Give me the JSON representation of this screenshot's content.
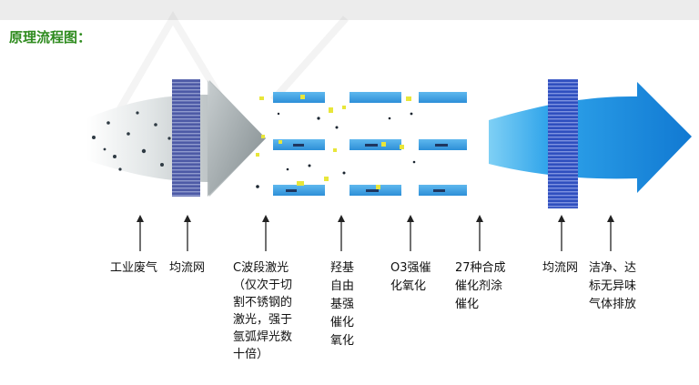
{
  "header": {
    "title": "原理流程图："
  },
  "colors": {
    "title_green": "#2e8b1e",
    "panel_blue": "#3a9ee0",
    "arrow_blue": "#1e8fe0",
    "mesh_blue": "#3b5bbd",
    "particle_yellow": "#e8e63a"
  },
  "labels": {
    "industrial_waste_gas": "工业废气",
    "uniform_mesh_in": "均流网",
    "c_band_laser": "C波段激光\n（仅次于切\n割不锈钢的\n激光，强于\n氩弧焊光数\n十倍）",
    "hydroxyl_radical": "羟基\n自由\n基强\n催化\n氧化",
    "ozone_oxidation": "O3强催\n化氧化",
    "catalyst_coating": "27种合成\n催化剂涂\n催化",
    "uniform_mesh_out": "均流网",
    "clean_output": "洁净、达\n标无异味\n气体排放"
  }
}
